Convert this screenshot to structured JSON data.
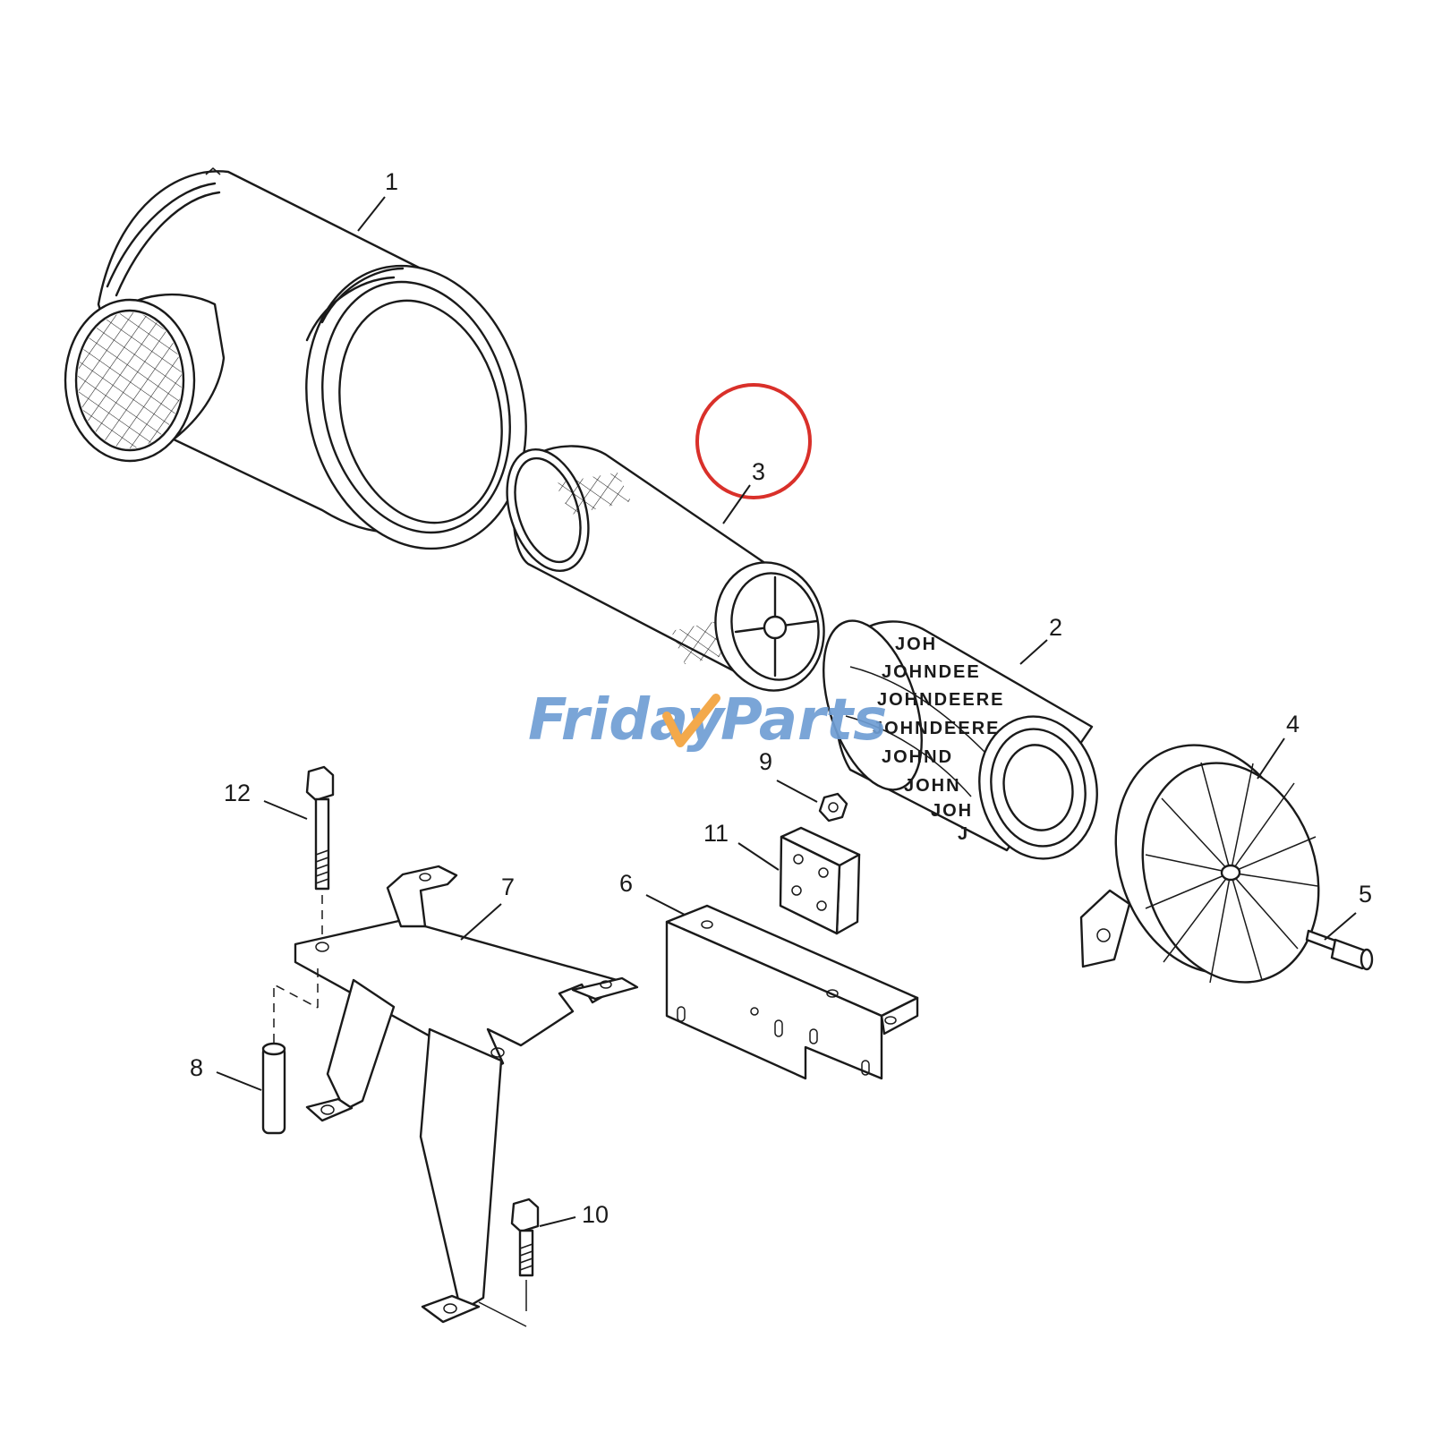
{
  "diagram": {
    "callouts": {
      "c1": "1",
      "c2": "2",
      "c3": "3",
      "c4": "4",
      "c5": "5",
      "c6": "6",
      "c7": "7",
      "c8": "8",
      "c9": "9",
      "c10": "10",
      "c11": "11",
      "c12": "12"
    },
    "filter_print": [
      "JOH",
      "JOHNDEE",
      "JOHNDEERE",
      "JOHNDEERE",
      "JOHND",
      "JOHN",
      "JOH",
      "J"
    ],
    "highlight": {
      "target": "3",
      "color": "#d9302a"
    }
  },
  "watermark": {
    "part1": "Friday",
    "part2": "Parts",
    "color_primary": "#6f9ed4",
    "color_accent": "#f2a23c"
  }
}
